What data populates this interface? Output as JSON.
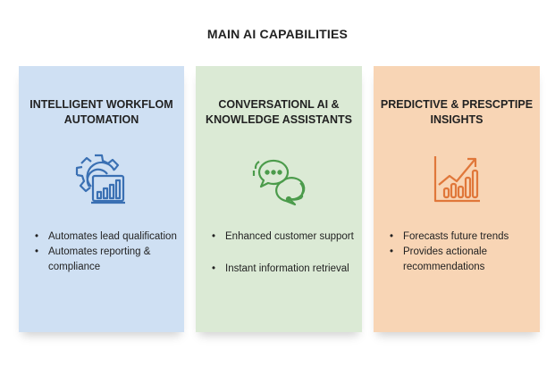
{
  "title": "MAIN AI CAPABILITIES",
  "colors": {
    "blue_card": "#cfe0f3",
    "green_card": "#dbead5",
    "orange_card": "#f8d5b5",
    "blue_icon": "#3a70b3",
    "green_icon": "#4b9b4b",
    "orange_icon": "#e0773a"
  },
  "cards": [
    {
      "heading_line1": "INTELLIGENT WORKFLOM",
      "heading_line2": "AUTOMATION",
      "icon": "gear-chart-icon",
      "bullets": [
        "Automates lead qualification",
        "Automates reporting & compliance"
      ]
    },
    {
      "heading_line1": "CONVERSATIONL AI &",
      "heading_line2": "KNOWLEDGE ASSISTANTS",
      "icon": "chat-headset-icon",
      "bullets": [
        "Enhanced customer support",
        "Instant information retrieval"
      ]
    },
    {
      "heading_line1": "PREDICTIVE & PRESCPTIPE",
      "heading_line2": "INSIGHTS",
      "icon": "growth-chart-icon",
      "bullets": [
        "Forecasts future trends",
        "Provides actionale recommendations"
      ]
    }
  ]
}
